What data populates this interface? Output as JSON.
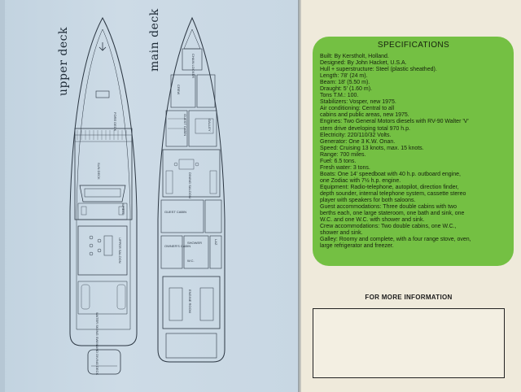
{
  "deck_plans": {
    "upper_deck_title": "upper deck",
    "main_deck_title": "main deck",
    "upper_labels": [
      "FORE DECK",
      "SUN DECK",
      "WHEEL",
      "UPPER SALOON",
      "WATER SKIING SWIM AND DIVING DECK"
    ],
    "main_labels": [
      "CHAIN LOCKER",
      "CREW",
      "GUEST CABIN",
      "GALLEY",
      "DINING SALOON",
      "GUEST CABIN",
      "OWNER'S CABIN",
      "ENGINE ROOM",
      "LAZ",
      "SHOWER",
      "W.C."
    ]
  },
  "specifications": {
    "title": "SPECIFICATIONS",
    "lines": [
      "Built: By Kerstholt, Holland.",
      "Designed: By John Hacket, U.S.A.",
      "Hull + superstructure: Steel (plastic sheathed).",
      "Length: 78' (24 m).",
      "Beam: 18' (5.50 m).",
      "Draught: 5' (1.60 m).",
      "Tons T.M.: 100.",
      "Stabilizers: Vosper, new 1975.",
      "Air conditioning: Central to all",
      "cabins and public areas, new 1975.",
      "Engines: Two General Motors diesels with RV-90 Walter 'V'",
      "stern drive developing total 970 h.p.",
      "Electricity: 220/110/32 Volts.",
      "Generator: One 3 K.W. Onan.",
      "Speed: Cruising 13 knots, max. 15 knots.",
      "Range: 700 miles.",
      "Fuel: 6.5 tons.",
      "Fresh water: 3 tons.",
      "Boats: One 14' speedboat with 40 h.p. outboard engine,",
      "one Zodiac with 7½ h.p. engine.",
      "Equipment: Radio-telephone, autopilot, direction finder,",
      "depth sounder, internal telephone system, cassette stereo",
      "player with speakers for both saloons.",
      "Guest accommodations: Three double cabins with two",
      "berths each, one large stateroom, one bath and sink, one",
      "W.C. and one W.C. with shower and sink.",
      "Crew accommodations: Two double cabins, one W.C.,",
      "shower and sink.",
      "Galley: Roomy and complete, with a four range stove, oven,",
      "large refrigerator and freezer."
    ]
  },
  "info": {
    "label": "FOR MORE INFORMATION"
  },
  "colors": {
    "left_panel": "#c8d7e3",
    "spec_box": "#74c043",
    "right_panel": "#efeadb",
    "line": "#2b3642"
  }
}
